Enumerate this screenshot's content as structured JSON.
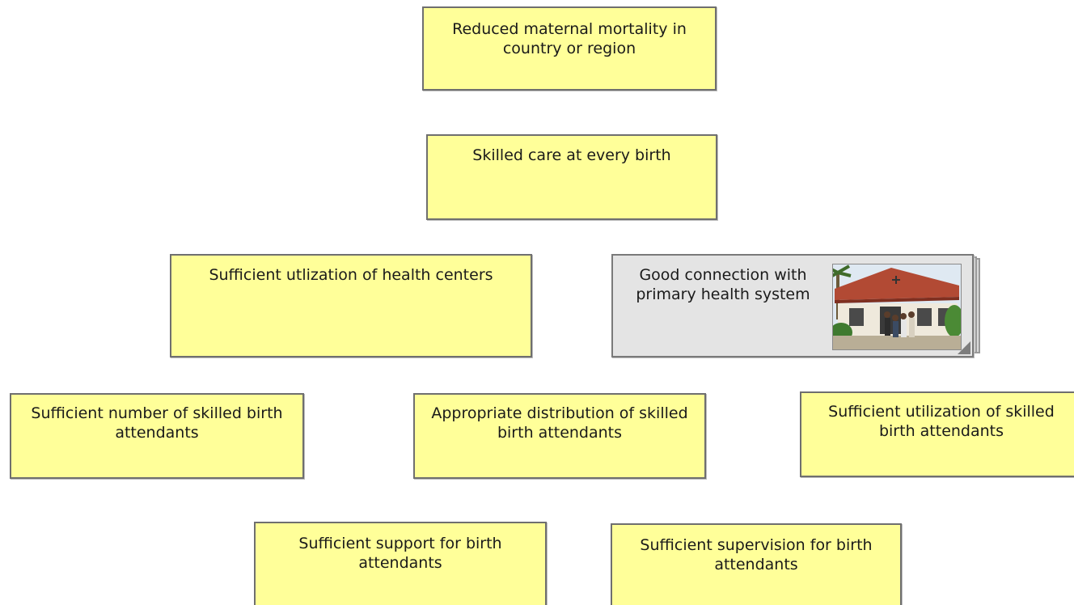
{
  "nodes": {
    "mortality": "Reduced maternal mortality in country or region",
    "skilled_care": "Skilled care at every birth",
    "utilization_centers": "Sufficient utlization of health centers",
    "connection": "Good connection with primary health system",
    "number_sba": "Sufficient number of skilled birth attendants",
    "distribution_sba": "Appropriate distribution of skilled birth attendants",
    "utilization_sba": "Sufficient utilization of skilled birth attendants",
    "support": "Sufficient support for birth attendants",
    "supervision": "Sufficient supervision for birth attendants"
  },
  "colors": {
    "node_fill": "#ffff99",
    "picture_node_fill": "#e4e4e4",
    "border": "#6f6f6f"
  },
  "icons": {
    "connection_image": "health-center-photo"
  }
}
